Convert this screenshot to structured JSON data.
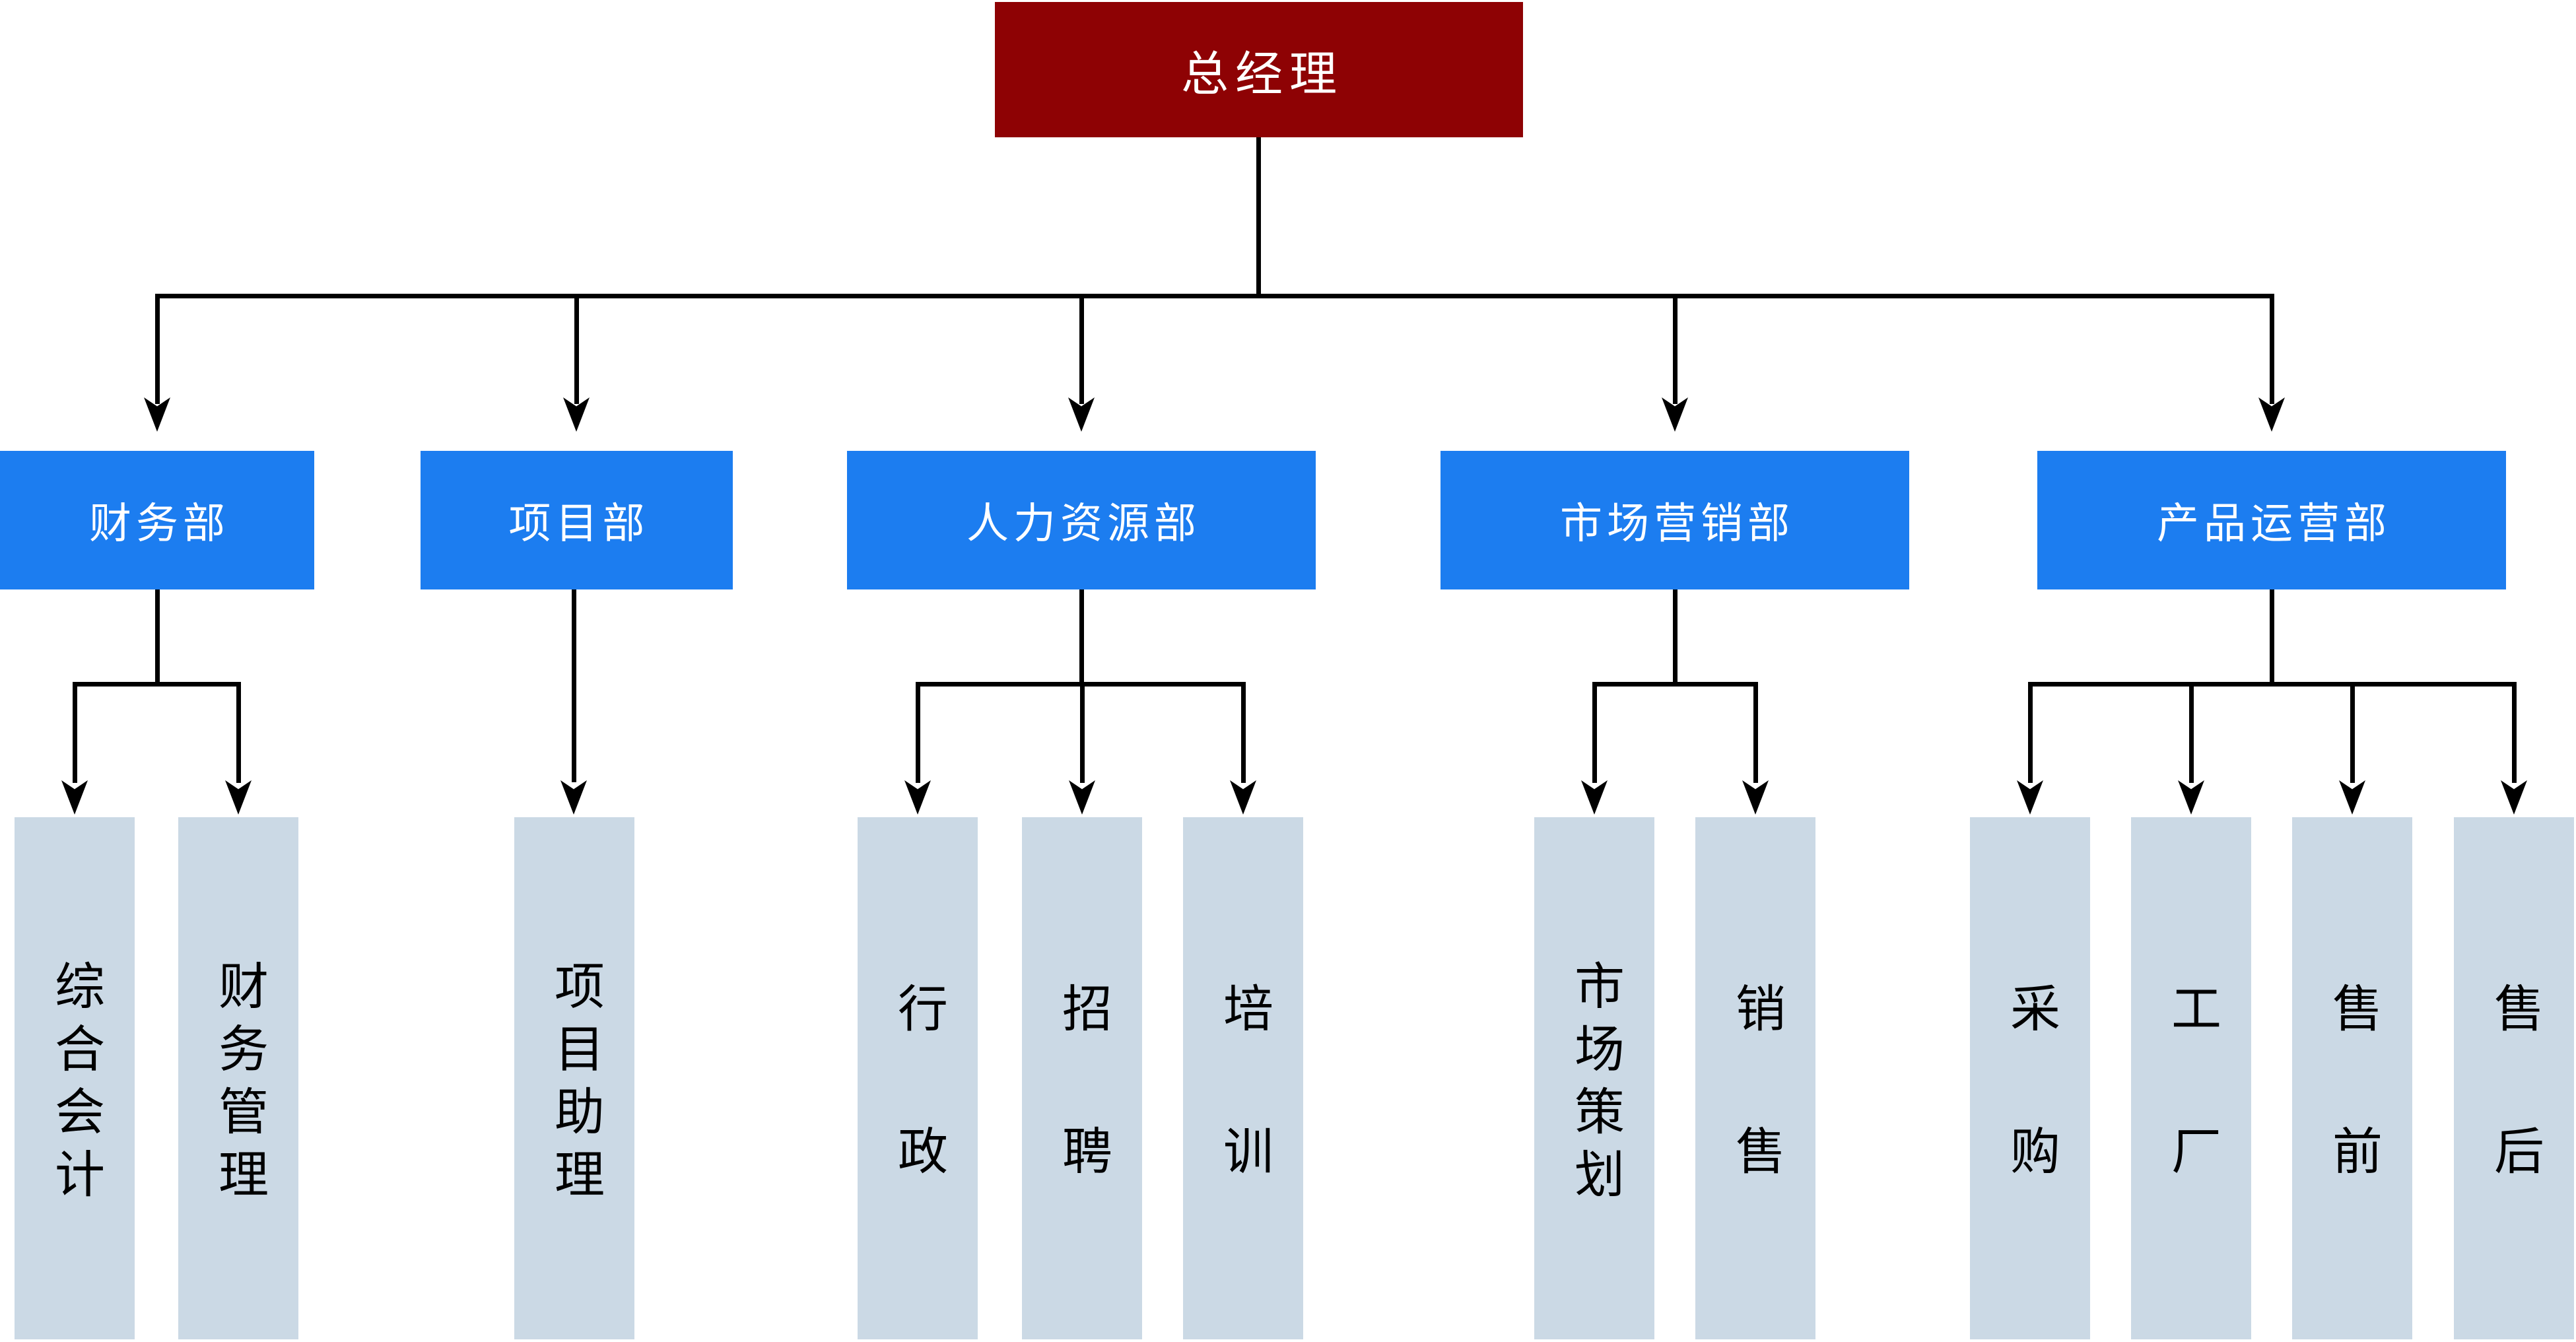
{
  "org": {
    "root": {
      "label": "总经理"
    },
    "departments": [
      {
        "label": "财务部",
        "children": [
          {
            "label": "综合会计"
          },
          {
            "label": "财务管理"
          }
        ]
      },
      {
        "label": "项目部",
        "children": [
          {
            "label": "项目助理"
          }
        ]
      },
      {
        "label": "人力资源部",
        "children": [
          {
            "label": "行政"
          },
          {
            "label": "招聘"
          },
          {
            "label": "培训"
          }
        ]
      },
      {
        "label": "市场营销部",
        "children": [
          {
            "label": "市场策划"
          },
          {
            "label": "销售"
          }
        ]
      },
      {
        "label": "产品运营部",
        "children": [
          {
            "label": "采购"
          },
          {
            "label": "工厂"
          },
          {
            "label": "售前"
          },
          {
            "label": "售后"
          }
        ]
      }
    ]
  },
  "theme": {
    "canvas_bg": "#FFFFFF",
    "root_bg": "#8E0204",
    "root_text": "#FFFFFF",
    "dept_bg": "#1C7DF0",
    "dept_text": "#FFFFFF",
    "sub_bg": "#CBD9E5",
    "sub_text": "#000000",
    "line": "#000000"
  }
}
